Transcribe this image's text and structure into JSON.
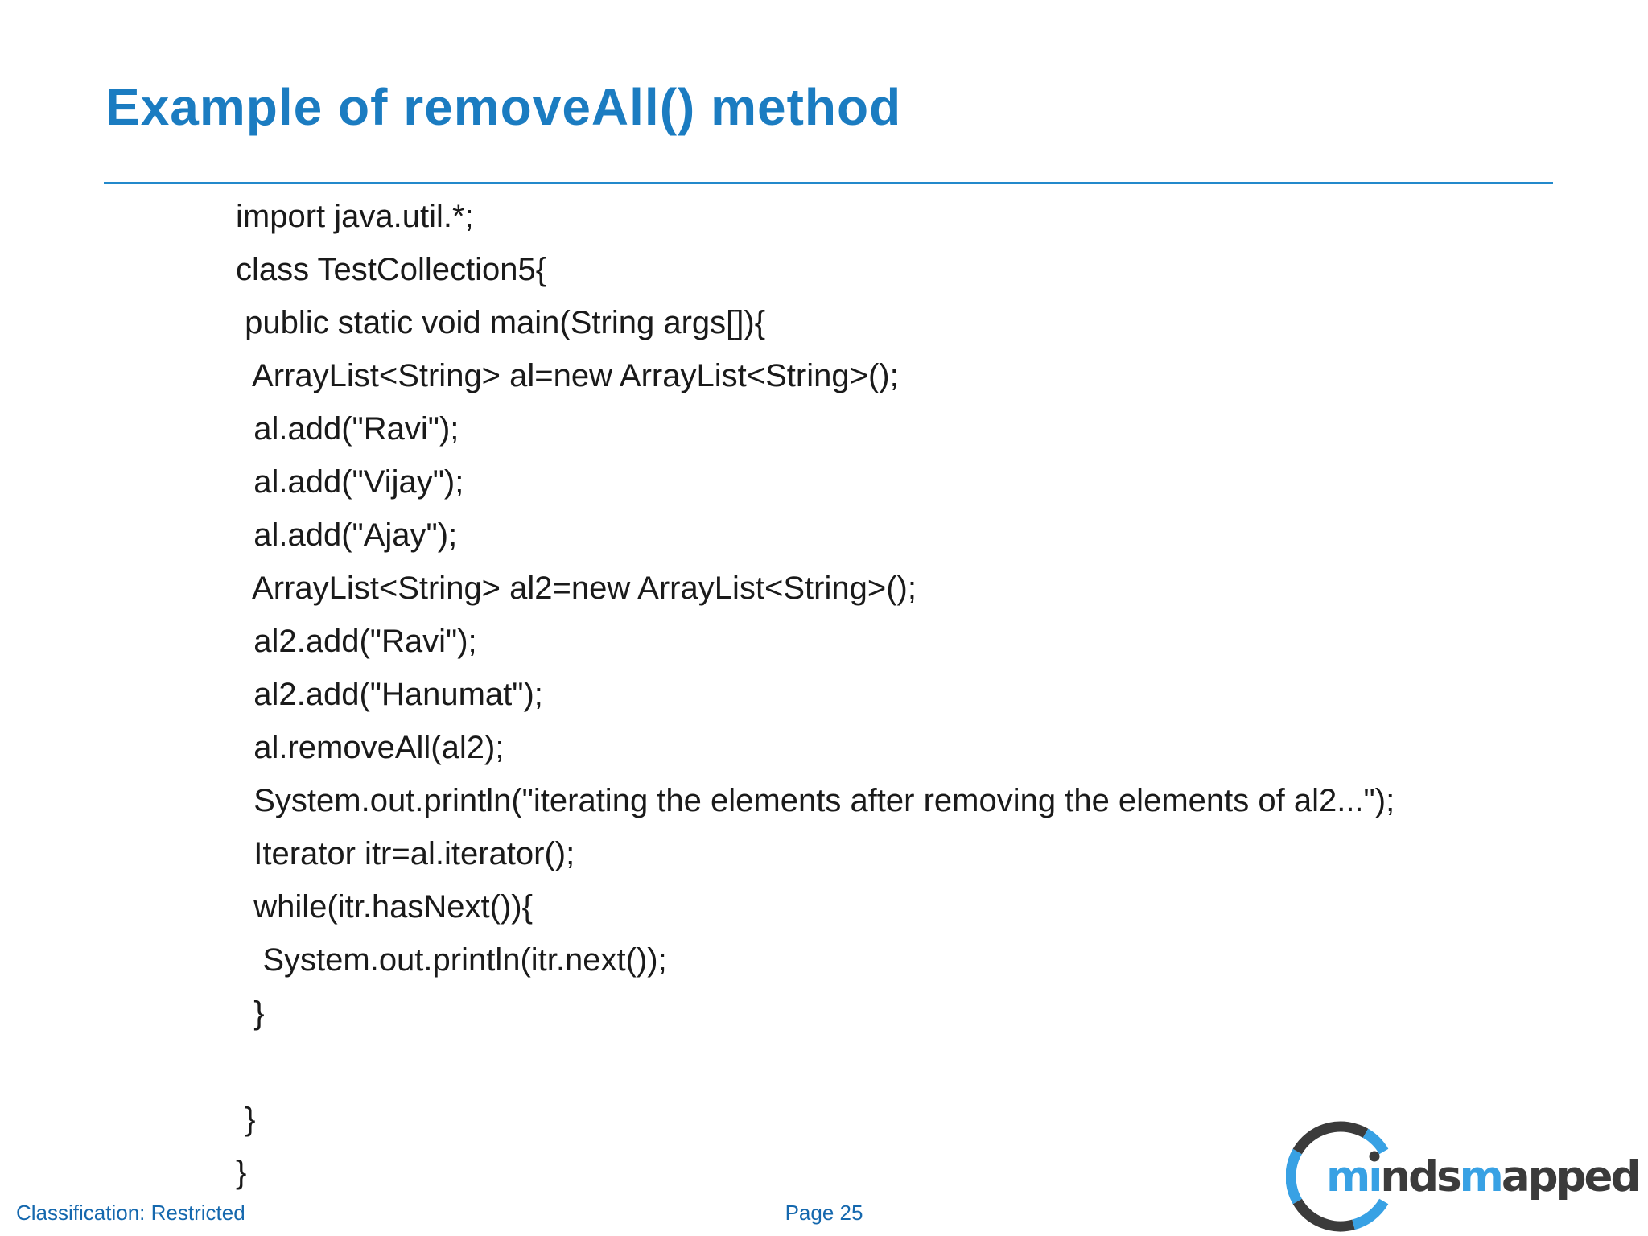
{
  "title": "Example of removeAll() method",
  "code_lines": [
    "import java.util.*;",
    "class TestCollection5{",
    " public static void main(String args[]){",
    "  ArrayList<String> al=new ArrayList<String>();",
    "  al.add(\"Ravi\");",
    "  al.add(\"Vijay\");",
    "  al.add(\"Ajay\");",
    "  ArrayList<String> al2=new ArrayList<String>();",
    "  al2.add(\"Ravi\");",
    "  al2.add(\"Hanumat\");",
    "  al.removeAll(al2);",
    "  System.out.println(\"iterating the elements after removing the elements of al2...\");",
    "  Iterator itr=al.iterator();",
    "  while(itr.hasNext()){",
    "   System.out.println(itr.next());",
    "  }",
    "",
    " }",
    "}"
  ],
  "footer": {
    "classification": "Classification: Restricted",
    "page": "Page 25"
  },
  "logo": {
    "word": "mindsmapped",
    "letter_tones": [
      "blue",
      "blue",
      "dark",
      "dark",
      "dark",
      "blue",
      "dark",
      "dark",
      "dark",
      "dark",
      "dark"
    ]
  },
  "colors": {
    "accent_blue": "#1b7cc1",
    "underline_blue": "#2389cb",
    "code_text": "#1a1a1a",
    "footer_blue": "#1568ae",
    "logo_blue": "#38a1e4",
    "logo_dark": "#3b3b3b"
  }
}
